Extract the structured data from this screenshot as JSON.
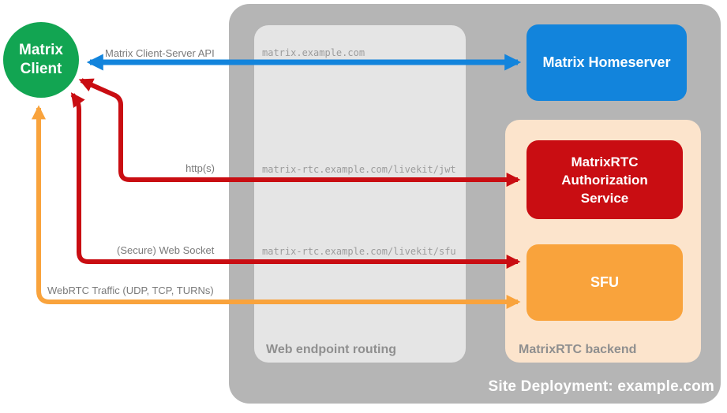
{
  "site": {
    "label": "Site Deployment: example.com"
  },
  "routing": {
    "label": "Web endpoint routing",
    "endpoints": [
      "matrix.example.com",
      "matrix-rtc.example.com/livekit/jwt",
      "matrix-rtc.example.com/livekit/sfu"
    ]
  },
  "backend": {
    "label": "MatrixRTC backend"
  },
  "nodes": {
    "client": "Matrix Client",
    "homeserver": "Matrix Homeserver",
    "auth_service": "MatrixRTC Authorization Service",
    "sfu": "SFU"
  },
  "arrows": {
    "client_server_api": {
      "label": "Matrix Client-Server API",
      "color": "#1284dc",
      "from": "Matrix Client",
      "to": "Matrix Homeserver",
      "bidirectional": true
    },
    "https": {
      "label": "http(s)",
      "color": "#c90d12",
      "from": "Matrix Client",
      "to": "MatrixRTC Authorization Service",
      "bidirectional": true
    },
    "websocket": {
      "label": "(Secure) Web Socket",
      "color": "#c90d12",
      "from": "Matrix Client",
      "to": "SFU",
      "bidirectional": true
    },
    "webrtc": {
      "label": "WebRTC Traffic (UDP, TCP, TURNs)",
      "color": "#f9a33c",
      "from": "Matrix Client",
      "to": "SFU",
      "bidirectional": true
    }
  },
  "colors": {
    "client_green": "#12a552",
    "homeserver_blue": "#1284dc",
    "auth_red": "#c90d12",
    "sfu_orange": "#f9a33c",
    "backend_peach": "#fce4cc",
    "site_gray": "#b5b5b5",
    "routing_gray": "#e5e5e5",
    "label_gray": "#8f8f8f"
  }
}
